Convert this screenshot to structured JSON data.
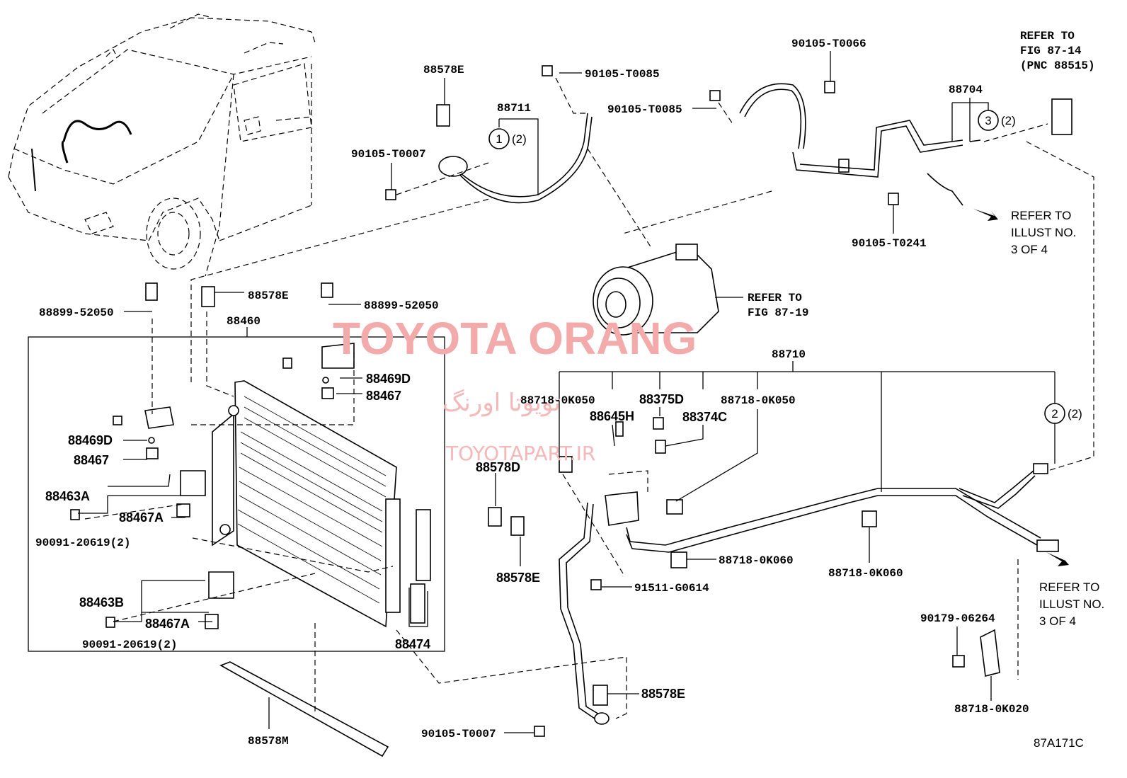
{
  "watermark": {
    "main": "TOYOTA ORANG",
    "persian": "تویوتا اورنگ",
    "site": "TOYOTAPART.IR"
  },
  "figure_id": "87A171C",
  "labels": {
    "p88578E_top": "88578E",
    "p88711": "88711",
    "p90105T0085_a": "90105-T0085",
    "p90105T0085_b": "90105-T0085",
    "p90105T0007_top": "90105-T0007",
    "p90105T0066": "90105-T0066",
    "p88704": "88704",
    "p90105T0241": "90105-T0241",
    "p88899_left": "88899-52050",
    "p88578E_mid": "88578E",
    "p88899_right": "88899-52050",
    "p88460": "88460",
    "p88469D_r": "88469D",
    "p88467_r": "88467",
    "p88469D_l": "88469D",
    "p88467_l": "88467",
    "p88463A": "88463A",
    "p88467A_a": "88467A",
    "p90091_a": "90091-20619(2)",
    "p88463B": "88463B",
    "p88467A_b": "88467A",
    "p90091_b": "90091-20619(2)",
    "p88474": "88474",
    "p88578M": "88578M",
    "p88710": "88710",
    "p887180K050_a": "88718-0K050",
    "p88375D": "88375D",
    "p887180K050_b": "88718-0K050",
    "p88645H": "88645H",
    "p88374C": "88374C",
    "p88578D": "88578D",
    "p88578E_low": "88578E",
    "p887180K060_a": "88718-0K060",
    "p887180K060_b": "88718-0K060",
    "p91511G0614": "91511-G0614",
    "p88578E_bot": "88578E",
    "p90105T0007_bot": "90105-T0007",
    "p9017906264": "90179-06264",
    "p887180K020": "88718-0K020"
  },
  "callouts": {
    "c1": "1",
    "c1_qty": "(2)",
    "c2": "2",
    "c2_qty": "(2)",
    "c3": "3",
    "c3_qty": "(2)"
  },
  "refer_notes": {
    "fig8714_l1": "REFER TO",
    "fig8714_l2": "FIG 87-14",
    "fig8714_l3": "(PNC 88515)",
    "fig8719_l1": "REFER TO",
    "fig8719_l2": "FIG 87-19",
    "illust_a_l1": "REFER TO",
    "illust_a_l2": "ILLUST NO.",
    "illust_a_l3": "3 OF 4",
    "illust_b_l1": "REFER TO",
    "illust_b_l2": "ILLUST NO.",
    "illust_b_l3": "3 OF 4"
  }
}
